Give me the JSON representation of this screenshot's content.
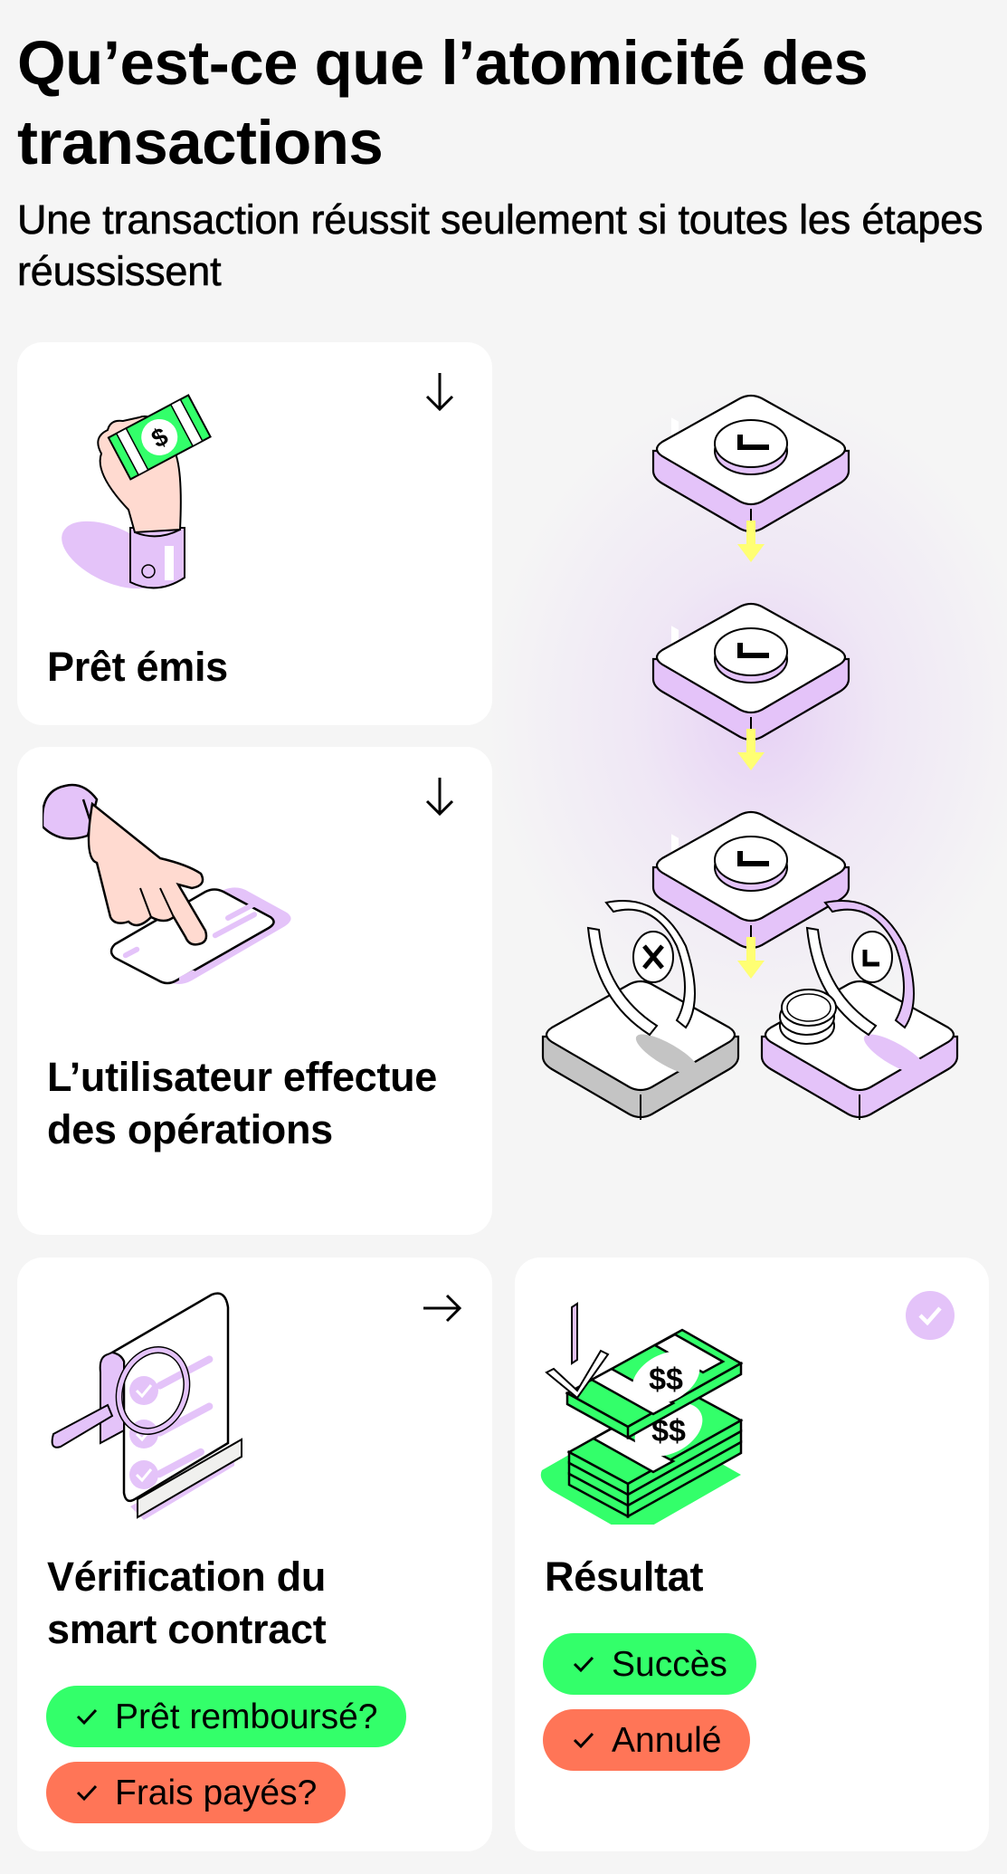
{
  "header": {
    "title": "Qu’est-ce que l’atomicité des transactions",
    "subtitle": "Une transaction réussit seulement si toutes les étapes réussissent"
  },
  "steps": [
    {
      "label": "Prêt émis",
      "illustration": "hand-holding-cash-icon",
      "corner_icon": "arrow-down-icon"
    },
    {
      "label": "L’utilisateur effectue des opérations",
      "illustration": "hand-tapping-card-icon",
      "corner_icon": "arrow-down-icon"
    },
    {
      "label": "Vérification du smart contract",
      "illustration": "contract-magnifier-icon",
      "corner_icon": "arrow-right-icon",
      "checks": [
        {
          "label": "Prêt remboursé?",
          "status": "green",
          "icon": "check-icon"
        },
        {
          "label": "Frais payés?",
          "status": "red",
          "icon": "check-icon"
        }
      ]
    },
    {
      "label": "Résultat",
      "illustration": "cash-stacks-icon",
      "corner_icon": "check-badge-icon",
      "outcomes": [
        {
          "label": "Succès",
          "status": "green",
          "icon": "check-icon"
        },
        {
          "label": "Annulé",
          "status": "red",
          "icon": "check-icon"
        }
      ]
    }
  ],
  "flow_diagram": {
    "blocks": [
      {
        "name": "step-block-1",
        "icon": "clock-icon"
      },
      {
        "name": "step-block-2",
        "icon": "clock-icon"
      },
      {
        "name": "step-block-3",
        "icon": "clock-icon"
      }
    ],
    "outcomes": [
      {
        "name": "rollback-block",
        "icon": "cross-icon",
        "color": "gray"
      },
      {
        "name": "success-block",
        "icon": "clock-icon",
        "color": "lavender"
      }
    ],
    "connector": "yellow-down-arrow"
  },
  "colors": {
    "background": "#F5F5F5",
    "card": "#FFFFFF",
    "accent_lavender": "#E4C3F9",
    "success_green": "#33FF6A",
    "fail_red": "#FF7557",
    "connector_yellow": "#FFFF73",
    "skin": "#FFDAD0",
    "neutral_gray": "#C4C4C4"
  }
}
